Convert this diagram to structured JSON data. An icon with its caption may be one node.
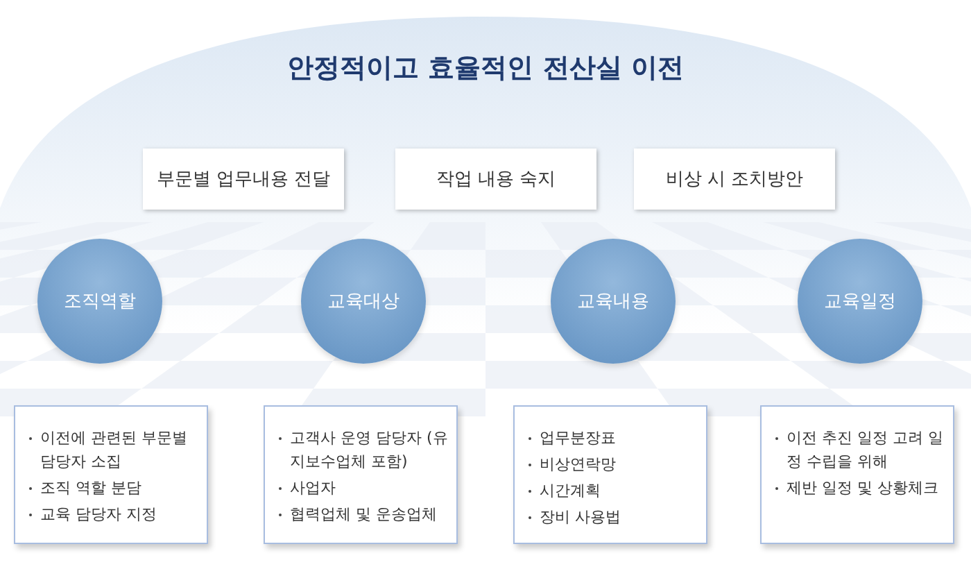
{
  "diagram": {
    "title": "안정적이고 효율적인 전산실 이전",
    "nodes": [
      {
        "text": [
          "부문별 업무내용 전달"
        ]
      },
      {
        "text": [
          "작업 내용 숙지"
        ]
      },
      {
        "text": [
          "비상 시 조치방안"
        ]
      },
      {
        "text": [
          "조직역할"
        ]
      },
      {
        "text": [
          "교육대상"
        ]
      },
      {
        "text": [
          "교육내용"
        ]
      },
      {
        "text": [
          "교육일정"
        ]
      },
      {
        "text": [
          "이전에 관련된 부문별 담당자 소집",
          "조직 역할 분담",
          "교육 담당자 지정"
        ]
      },
      {
        "text": [
          "고객사 운영 담당자 (유지보수업체 포함)",
          "사업자",
          "협력업체 및 운송업체"
        ]
      },
      {
        "text": [
          "업무분장표",
          "비상연락망",
          "시간계획",
          "장비 사용법"
        ]
      },
      {
        "text": [
          "이전 추진 일정 고려 일정 수립을 위해",
          "제반 일정 및 상황체크"
        ]
      }
    ],
    "edges": []
  }
}
